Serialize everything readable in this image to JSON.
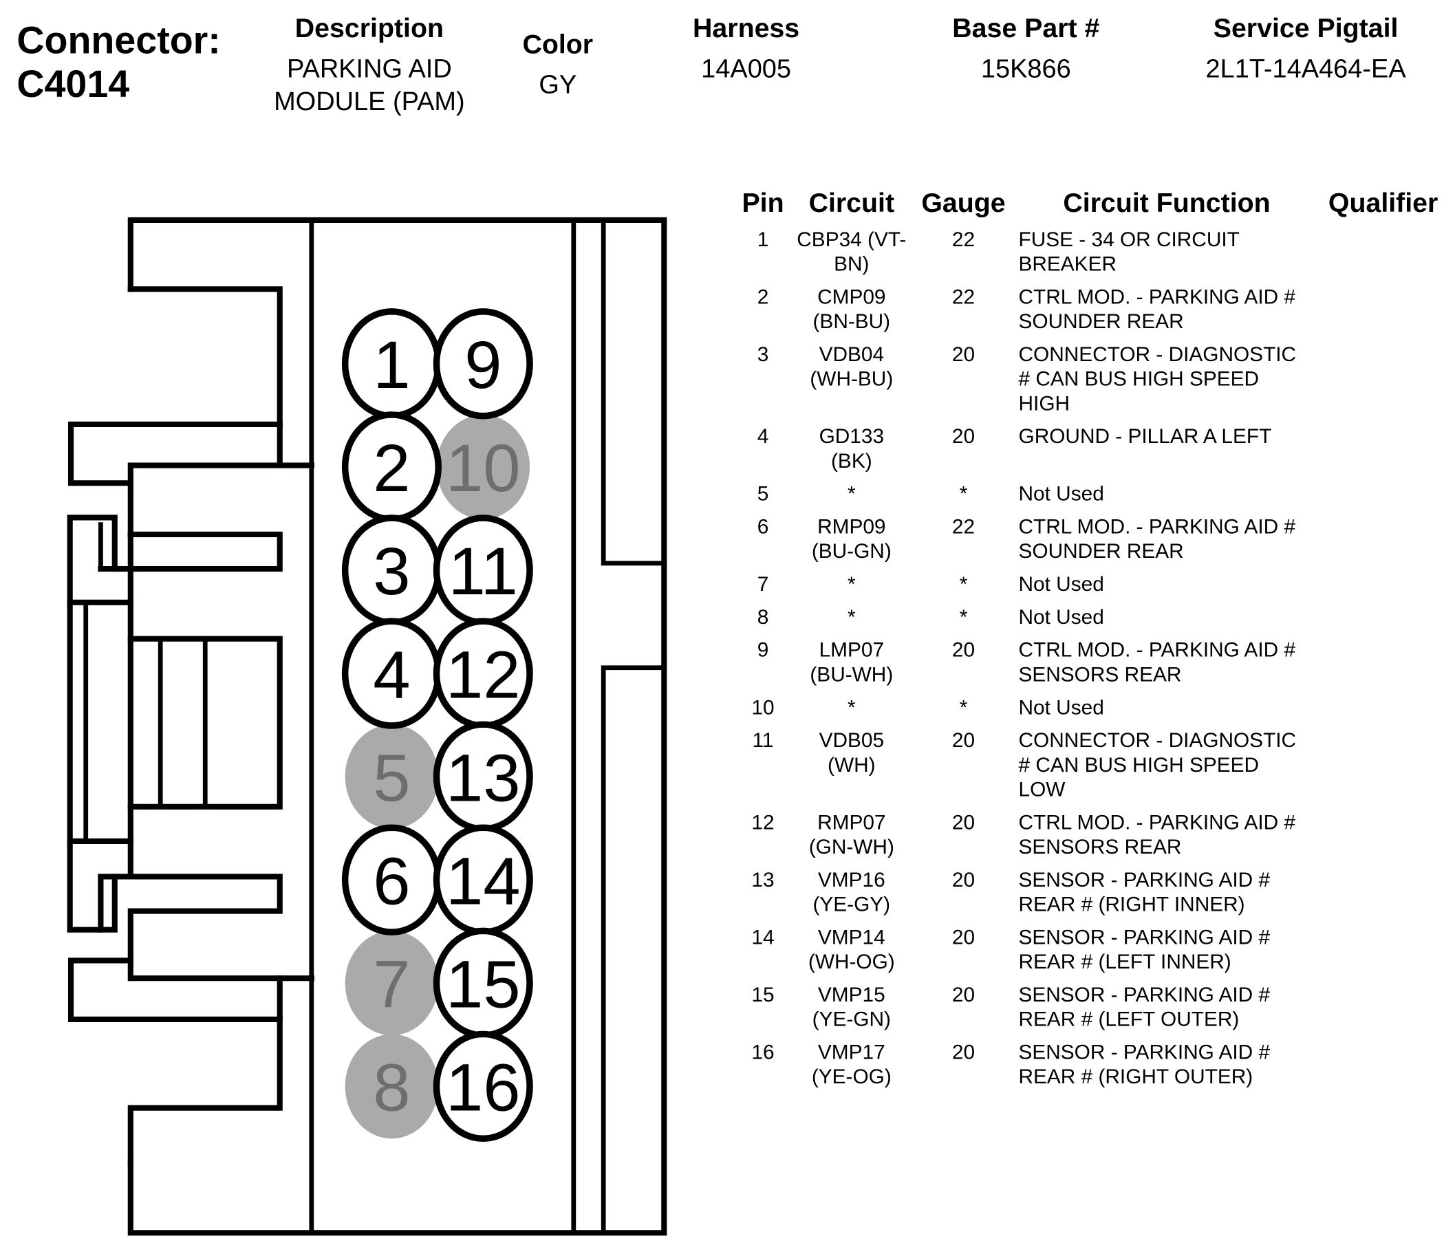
{
  "connector": {
    "label": "Connector:",
    "id": "C4014"
  },
  "header": {
    "description": {
      "label": "Description",
      "lines": [
        "PARKING AID",
        "MODULE (PAM)"
      ]
    },
    "color": {
      "label": "Color",
      "value": "GY"
    },
    "harness": {
      "label": "Harness",
      "value": "14A005"
    },
    "base_part": {
      "label": "Base Part #",
      "value": "15K866"
    },
    "service_pigtail": {
      "label": "Service Pigtail",
      "value": "2L1T-14A464-EA"
    }
  },
  "colors": {
    "used_pin_fill": "#ffffff",
    "used_pin_stroke": "#000000",
    "used_pin_text": "#000000",
    "unused_pin_fill": "#aaaaaa",
    "unused_pin_text": "#6e6e6e"
  },
  "connector_face": {
    "columns": [
      [
        1,
        2,
        3,
        4,
        5,
        6,
        7,
        8
      ],
      [
        9,
        10,
        11,
        12,
        13,
        14,
        15,
        16
      ]
    ],
    "unused_pins": [
      5,
      7,
      8,
      10
    ]
  },
  "table": {
    "headers": {
      "pin": "Pin",
      "circuit": "Circuit",
      "gauge": "Gauge",
      "function": "Circuit Function",
      "qualifier": "Qualifier"
    },
    "rows": [
      {
        "pin": "1",
        "circuit": [
          "CBP34 (VT-",
          "BN)"
        ],
        "gauge": "22",
        "function": [
          "FUSE - 34 OR CIRCUIT",
          "BREAKER"
        ],
        "qualifier": ""
      },
      {
        "pin": "2",
        "circuit": [
          "CMP09",
          "(BN-BU)"
        ],
        "gauge": "22",
        "function": [
          "CTRL MOD. - PARKING AID #",
          "SOUNDER REAR"
        ],
        "qualifier": ""
      },
      {
        "pin": "3",
        "circuit": [
          "VDB04",
          "(WH-BU)"
        ],
        "gauge": "20",
        "function": [
          "CONNECTOR - DIAGNOSTIC",
          "# CAN BUS HIGH SPEED",
          "HIGH"
        ],
        "qualifier": ""
      },
      {
        "pin": "4",
        "circuit": [
          "GD133",
          "(BK)"
        ],
        "gauge": "20",
        "function": [
          "GROUND - PILLAR A LEFT"
        ],
        "qualifier": ""
      },
      {
        "pin": "5",
        "circuit": [
          "*"
        ],
        "gauge": "*",
        "function": [
          "Not Used"
        ],
        "qualifier": ""
      },
      {
        "pin": "6",
        "circuit": [
          "RMP09",
          "(BU-GN)"
        ],
        "gauge": "22",
        "function": [
          "CTRL MOD. - PARKING AID #",
          "SOUNDER REAR"
        ],
        "qualifier": ""
      },
      {
        "pin": "7",
        "circuit": [
          "*"
        ],
        "gauge": "*",
        "function": [
          "Not Used"
        ],
        "qualifier": ""
      },
      {
        "pin": "8",
        "circuit": [
          "*"
        ],
        "gauge": "*",
        "function": [
          "Not Used"
        ],
        "qualifier": ""
      },
      {
        "pin": "9",
        "circuit": [
          "LMP07",
          "(BU-WH)"
        ],
        "gauge": "20",
        "function": [
          "CTRL MOD. - PARKING AID #",
          "SENSORS REAR"
        ],
        "qualifier": ""
      },
      {
        "pin": "10",
        "circuit": [
          "*"
        ],
        "gauge": "*",
        "function": [
          "Not Used"
        ],
        "qualifier": ""
      },
      {
        "pin": "11",
        "circuit": [
          "VDB05",
          "(WH)"
        ],
        "gauge": "20",
        "function": [
          "CONNECTOR - DIAGNOSTIC",
          "# CAN BUS HIGH SPEED",
          "LOW"
        ],
        "qualifier": ""
      },
      {
        "pin": "12",
        "circuit": [
          "RMP07",
          "(GN-WH)"
        ],
        "gauge": "20",
        "function": [
          "CTRL MOD. - PARKING AID #",
          "SENSORS REAR"
        ],
        "qualifier": ""
      },
      {
        "pin": "13",
        "circuit": [
          "VMP16",
          "(YE-GY)"
        ],
        "gauge": "20",
        "function": [
          "SENSOR - PARKING AID #",
          "REAR # (RIGHT INNER)"
        ],
        "qualifier": ""
      },
      {
        "pin": "14",
        "circuit": [
          "VMP14",
          "(WH-OG)"
        ],
        "gauge": "20",
        "function": [
          "SENSOR - PARKING AID #",
          "REAR # (LEFT INNER)"
        ],
        "qualifier": ""
      },
      {
        "pin": "15",
        "circuit": [
          "VMP15",
          "(YE-GN)"
        ],
        "gauge": "20",
        "function": [
          "SENSOR - PARKING AID #",
          "REAR # (LEFT OUTER)"
        ],
        "qualifier": ""
      },
      {
        "pin": "16",
        "circuit": [
          "VMP17",
          "(YE-OG)"
        ],
        "gauge": "20",
        "function": [
          "SENSOR - PARKING AID #",
          "REAR # (RIGHT OUTER)"
        ],
        "qualifier": ""
      }
    ]
  }
}
